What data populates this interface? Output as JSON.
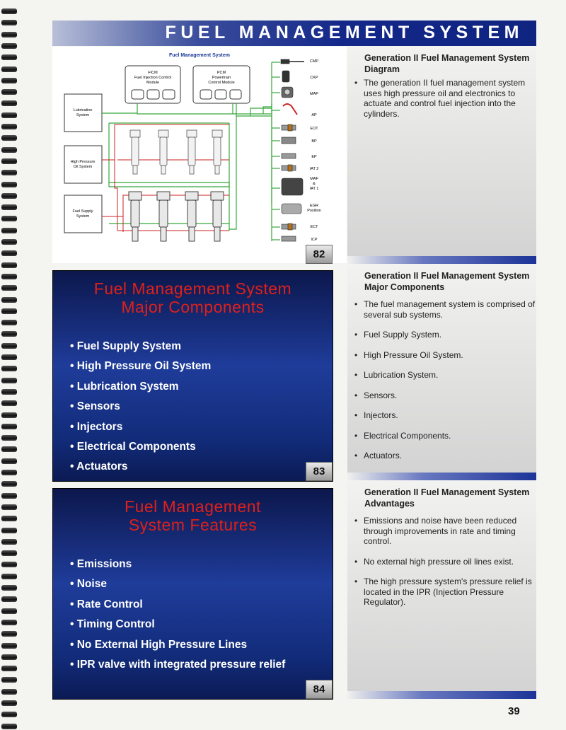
{
  "page_title": "FUEL MANAGEMENT SYSTEM",
  "page_number": "39",
  "diagram": {
    "title": "Fuel Management System",
    "ficm": [
      "FICM",
      "Fuel Injection Control",
      "Module"
    ],
    "pcm": [
      "PCM",
      "Powertrain",
      "Control Module"
    ],
    "lubrication": [
      "Lubrication",
      "System"
    ],
    "high_pressure": [
      "High Pressure",
      "Oil System"
    ],
    "fuel_supply": [
      "Fuel Supply",
      "System"
    ],
    "sensors": [
      {
        "label": [
          "CMP"
        ]
      },
      {
        "label": [
          "CKP"
        ]
      },
      {
        "label": [
          "MAP"
        ]
      },
      {
        "label": [
          "AP"
        ]
      },
      {
        "label": [
          "EOT"
        ]
      },
      {
        "label": [
          "BP"
        ]
      },
      {
        "label": [
          "EP"
        ]
      },
      {
        "label": [
          "IAT 2"
        ]
      },
      {
        "label": [
          "MAF",
          "&",
          "IAT 1"
        ]
      },
      {
        "label": [
          "EGR",
          "Position"
        ]
      },
      {
        "label": [
          "ECT"
        ]
      },
      {
        "label": [
          "ICP"
        ]
      }
    ],
    "slide_number": "82"
  },
  "section_diagram": {
    "heading": "Generation II Fuel Management System Diagram",
    "bullets": [
      "The generation II fuel management system uses high pressure oil and electronics to actuate and control fuel injection into the cylinders."
    ]
  },
  "slide_components": {
    "title": "Fuel Management System Major Components",
    "bullets": [
      "Fuel Supply System",
      "High Pressure Oil System",
      "Lubrication System",
      "Sensors",
      "Injectors",
      "Electrical Components",
      "Actuators"
    ],
    "slide_number": "83"
  },
  "section_components": {
    "heading": "Generation II Fuel Management System Major Components",
    "bullets": [
      "The fuel management system is comprised of several sub systems.",
      "Fuel Supply System.",
      "High Pressure Oil System.",
      "Lubrication System.",
      "Sensors.",
      "Injectors.",
      "Electrical Components.",
      "Actuators."
    ]
  },
  "slide_features": {
    "title": "Fuel Management System Features",
    "bullets": [
      "Emissions",
      "Noise",
      "Rate Control",
      "Timing Control",
      "No External High Pressure Lines",
      "IPR valve with integrated pressure relief"
    ],
    "slide_number": "84"
  },
  "section_advantages": {
    "heading": "Generation II Fuel Management System Advantages",
    "bullets": [
      "Emissions and noise have been reduced through improvements in rate and timing control.",
      "No external high pressure oil lines exist.",
      "The high pressure system's pressure relief is located in the IPR (Injection Pressure Regulator)."
    ]
  }
}
